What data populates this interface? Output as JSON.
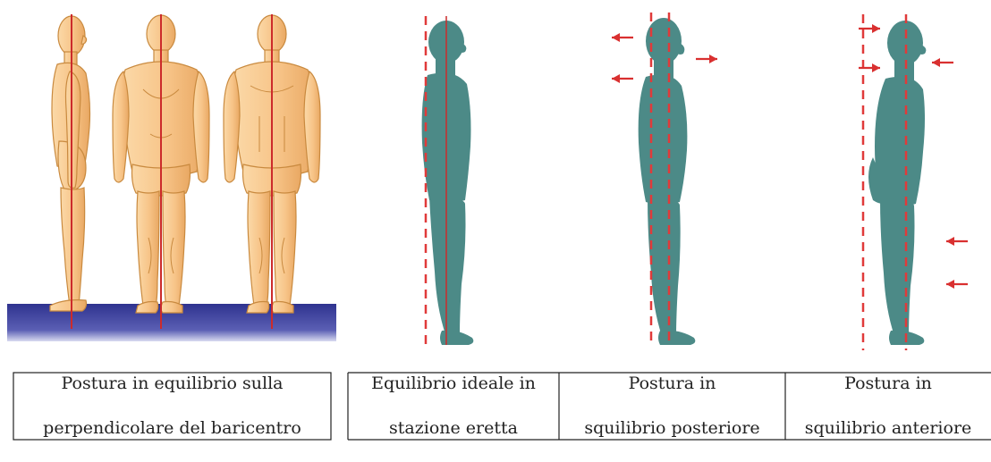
{
  "colors": {
    "skin": "#f7c488",
    "skin_outline": "#c98a3f",
    "floor": "#2f338f",
    "silhouette": "#4c8a87",
    "plumb_line": "#cc2b2b",
    "dashed_line": "#e03a3a",
    "arrow": "#d93030",
    "table_border": "#222222"
  },
  "panels": [
    {
      "id": "reference",
      "caption_lines": [
        "Postura in equilibrio sulla",
        "perpendicolare del baricentro"
      ]
    },
    {
      "id": "ideal",
      "caption_lines": [
        "Equilibrio ideale in",
        "stazione eretta"
      ]
    },
    {
      "id": "posterior",
      "caption_lines": [
        "Postura in",
        "squilibrio posteriore"
      ]
    },
    {
      "id": "anterior",
      "caption_lines": [
        "Postura in",
        "squilibrio anteriore"
      ]
    }
  ]
}
